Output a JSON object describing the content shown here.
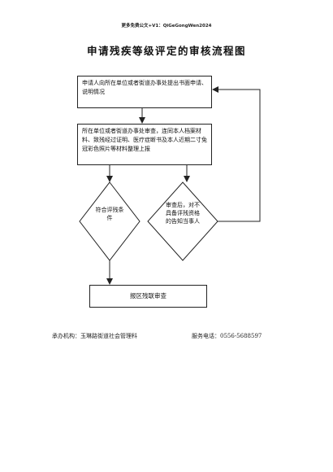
{
  "header": {
    "text": "更多免费公文+V1：QiGeGongWen2024"
  },
  "title": "申请残疾等级评定的审核流程图",
  "steps": {
    "apply": "申请人向所在单位或者街道办事处提出书面申请、说明情况",
    "review": "所在单位或者街道办事处审查，连同本人档案材料、致残经过证明、医疗症断书及本人近期二寸免冠彩色照片等材料整理上报",
    "qualified": "符合评残条件",
    "unqualified": "审查后，对不具备评残资格的告知当事人",
    "final": "报区残联审查"
  },
  "footer": {
    "org": "承办机构：玉琳路街道社会管理科",
    "phone": "服务电话：0556-5688597"
  }
}
